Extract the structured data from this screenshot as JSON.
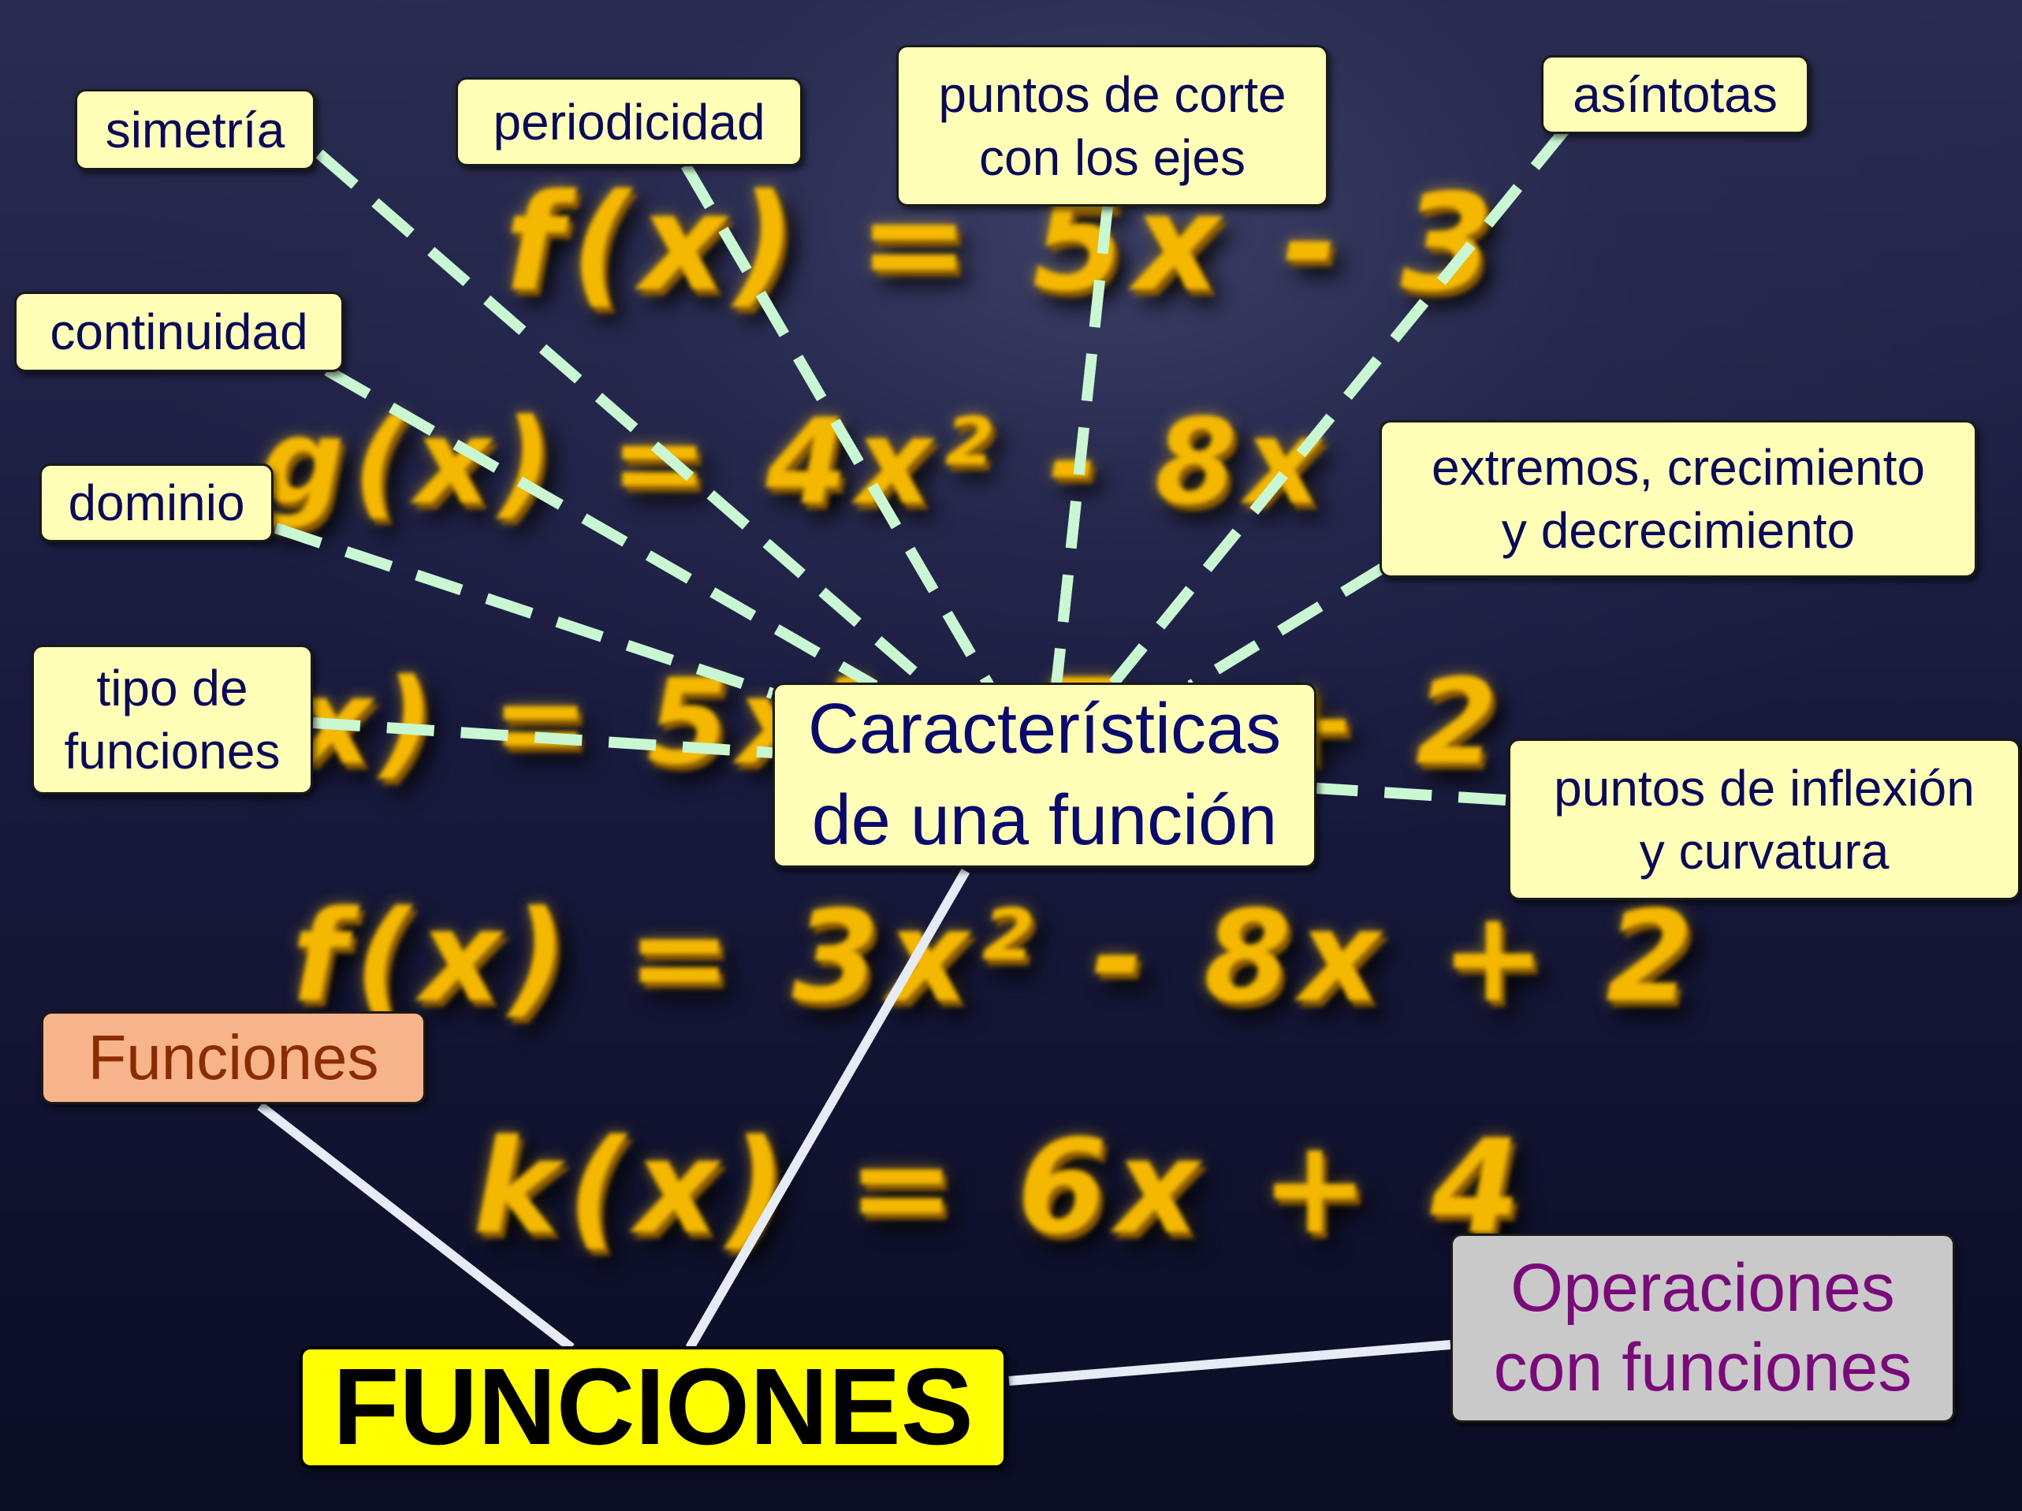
{
  "background": {
    "formulas": [
      "f(x) = 5x - 3",
      "g(x) = 4x² - 8x",
      "h(x) = 5x² - 7x + 2",
      "f(x) = 3x² - 8x + 2",
      "k(x) = 6x + 4"
    ],
    "connector_dash_color": "#c8f7d2",
    "connector_solid_color": "#e6ecf5"
  },
  "map": {
    "root": "FUNCIONES",
    "central_topic": "Características\nde una función",
    "characteristics": {
      "simetria": "simetría",
      "periodicidad": "periodicidad",
      "puntos_corte": "puntos de corte\ncon los ejes",
      "asintotas": "asíntotas",
      "continuidad": "continuidad",
      "extremos": "extremos, crecimiento\ny decrecimiento",
      "dominio": "dominio",
      "tipo": "tipo de\nfunciones",
      "inflexion": "puntos de inflexión\ny curvatura"
    },
    "funciones": "Funciones",
    "operaciones": "Operaciones\ncon funciones"
  }
}
